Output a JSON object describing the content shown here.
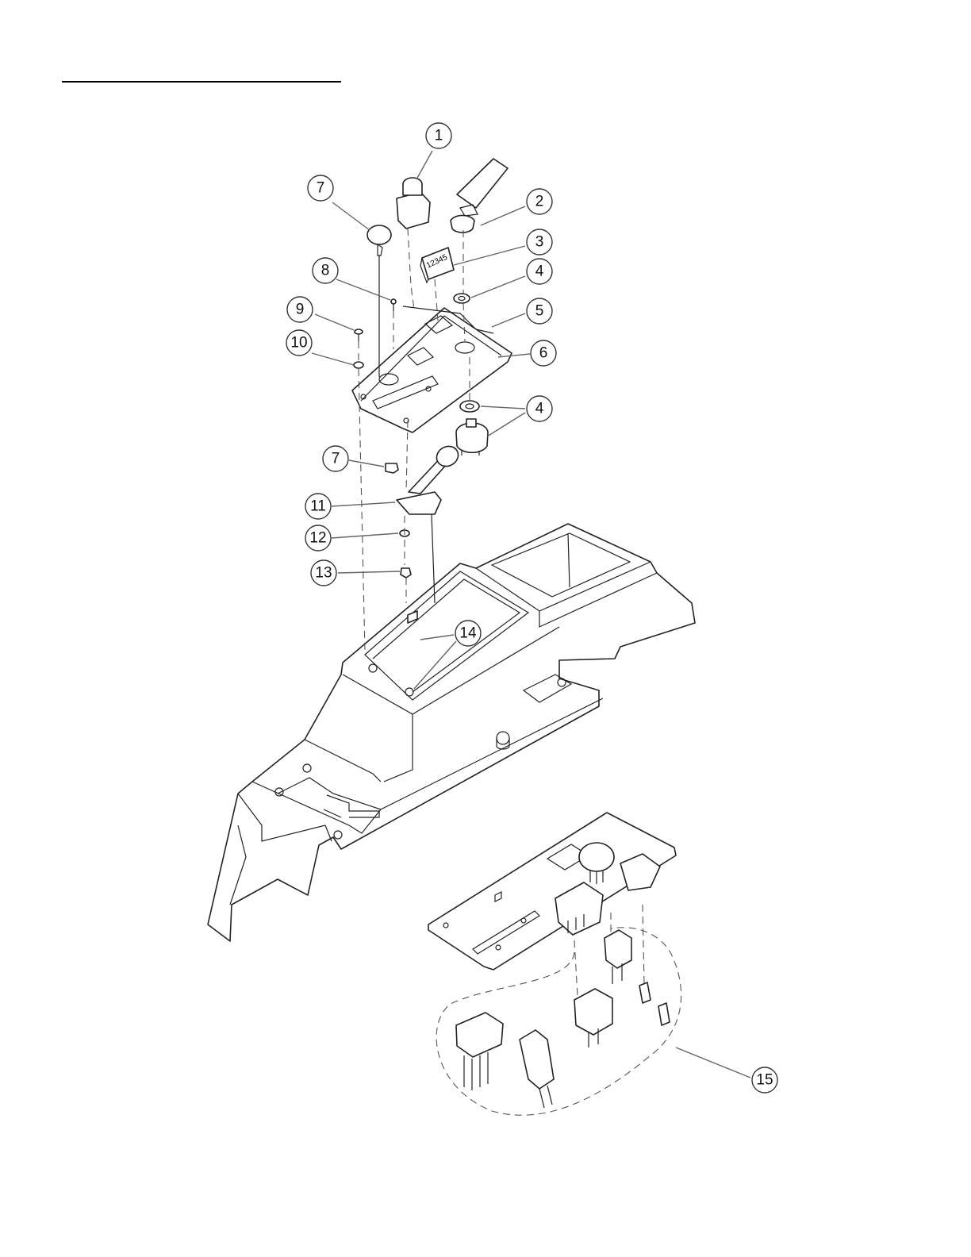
{
  "callouts": [
    {
      "label": "1"
    },
    {
      "label": "2"
    },
    {
      "label": "3"
    },
    {
      "label": "4"
    },
    {
      "label": "5"
    },
    {
      "label": "6"
    },
    {
      "label": "7"
    },
    {
      "label": "8"
    },
    {
      "label": "9"
    },
    {
      "label": "10"
    },
    {
      "label": "4"
    },
    {
      "label": "7"
    },
    {
      "label": "11"
    },
    {
      "label": "12"
    },
    {
      "label": "13"
    },
    {
      "label": "14"
    },
    {
      "label": "15"
    }
  ],
  "decal_text": "12345",
  "colors": {
    "line": "#222222",
    "leader": "#666666",
    "background": "#ffffff"
  }
}
